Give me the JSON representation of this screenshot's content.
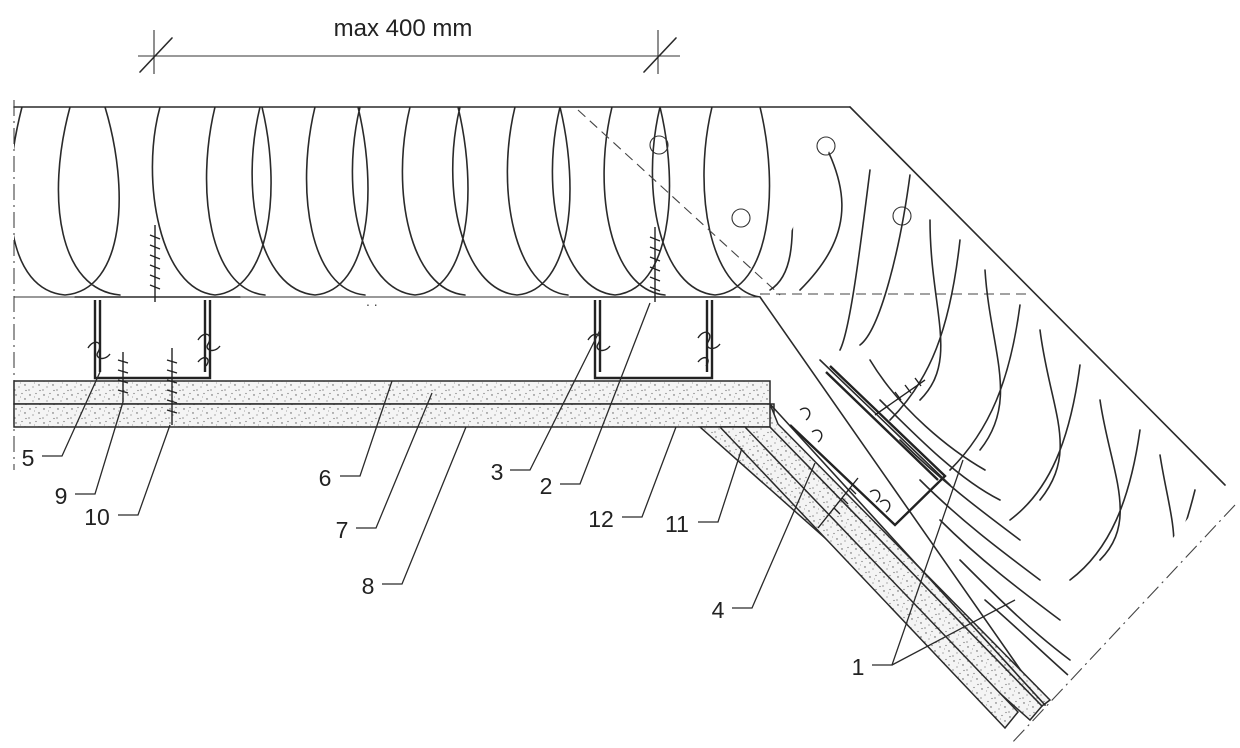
{
  "dimension": {
    "text": "max 400 mm"
  },
  "callouts": [
    {
      "id": "5",
      "text": "5"
    },
    {
      "id": "9",
      "text": "9"
    },
    {
      "id": "10",
      "text": "10"
    },
    {
      "id": "6",
      "text": "6"
    },
    {
      "id": "7",
      "text": "7"
    },
    {
      "id": "8",
      "text": "8"
    },
    {
      "id": "3",
      "text": "3"
    },
    {
      "id": "2",
      "text": "2"
    },
    {
      "id": "12",
      "text": "12"
    },
    {
      "id": "11",
      "text": "11"
    },
    {
      "id": "4",
      "text": "4"
    },
    {
      "id": "1",
      "text": "1"
    }
  ]
}
